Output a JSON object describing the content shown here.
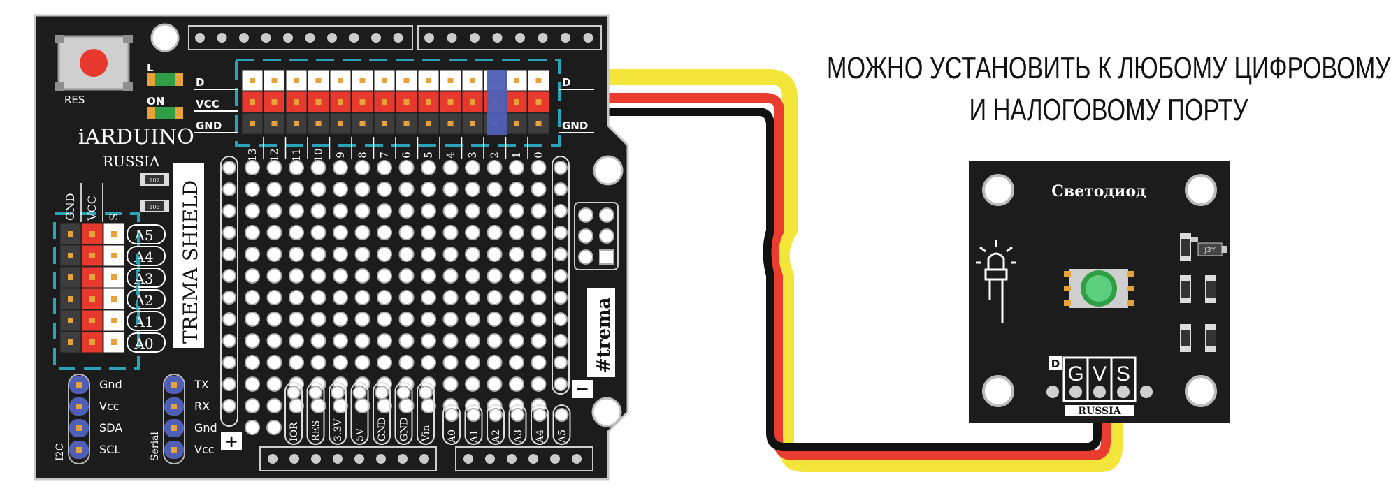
{
  "caption": {
    "line1": "МОЖНО УСТАНОВИТЬ К ЛЮБОМУ ЦИФРОВОМУ",
    "line2": "И НАЛОГОВОМУ ПОРТУ"
  },
  "shield": {
    "res_label": "RES",
    "led_l": "L",
    "led_on": "ON",
    "brand": "iARDUINO",
    "country": "RUSSIA",
    "shield_name": "TREMA SHIELD",
    "hashtag": "#trema",
    "plus": "+",
    "minus": "−",
    "row_labels": [
      "D",
      "VCC",
      "GND"
    ],
    "row_label_right": [
      "D",
      "GND"
    ],
    "digital_pins": [
      "13",
      "12",
      "11",
      "10",
      "9",
      "8",
      "7",
      "6",
      "5",
      "4",
      "3",
      "2",
      "1",
      "0"
    ],
    "analog_headers": [
      "GND",
      "VCC",
      "S"
    ],
    "analog_pins": [
      "A5",
      "A4",
      "A3",
      "A2",
      "A1",
      "A0"
    ],
    "i2c_title": "I2C",
    "i2c_pins": [
      "Gnd",
      "Vcc",
      "SDA",
      "SCL"
    ],
    "serial_title": "Serial",
    "serial_pins": [
      "TX",
      "RX",
      "Gnd",
      "Vcc"
    ],
    "power_pins": [
      "IOR",
      "RES",
      "3.3V",
      "5V",
      "GND",
      "GND",
      "Vin"
    ],
    "bottom_analog": [
      "A0",
      "A1",
      "A2",
      "A3",
      "A4",
      "A5"
    ],
    "resistor_codes": [
      "102",
      "103"
    ]
  },
  "module": {
    "title": "Светодиод",
    "pin_letters": [
      "G",
      "V",
      "S"
    ],
    "type_mark": "D",
    "country": "RUSSIA",
    "chip_code": "J3Y"
  },
  "colors": {
    "board": "#1c1c1c",
    "header_red": "#e8392e",
    "header_white": "#ffffff",
    "header_black": "#3d3d3d",
    "pad_gold": "#e7a23c",
    "wire_yellow": "#f3e53a",
    "wire_red": "#ea3d2f",
    "wire_black": "#111111",
    "accent_teal": "#2aa3b8",
    "pin_blue": "#4f5fb6",
    "led_green": "#3fc06a"
  }
}
